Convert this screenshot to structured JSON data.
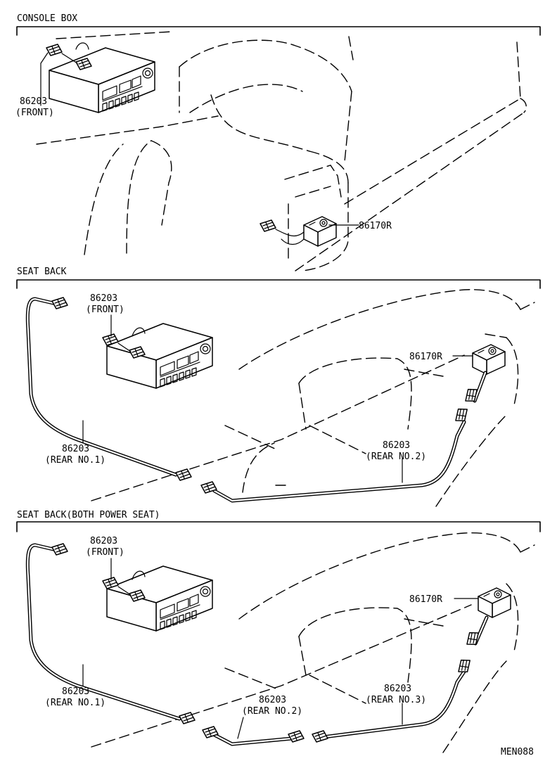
{
  "sections": {
    "console_box": {
      "title": "CONSOLE BOX",
      "front_part": "86203",
      "front_sub": "(FRONT)",
      "switch_part": "86170R"
    },
    "seat_back": {
      "title": "SEAT BACK",
      "front_part": "86203",
      "front_sub": "(FRONT)",
      "rear1_part": "86203",
      "rear1_sub": "(REAR NO.1)",
      "rear2_part": "86203",
      "rear2_sub": "(REAR NO.2)",
      "switch_part": "86170R"
    },
    "seat_back_power": {
      "title": "SEAT BACK(BOTH POWER SEAT)",
      "front_part": "86203",
      "front_sub": "(FRONT)",
      "rear1_part": "86203",
      "rear1_sub": "(REAR NO.1)",
      "rear2_part": "86203",
      "rear2_sub": "(REAR NO.2)",
      "rear3_part": "86203",
      "rear3_sub": "(REAR NO.3)",
      "switch_part": "86170R"
    }
  },
  "figure_code": "MEN088"
}
